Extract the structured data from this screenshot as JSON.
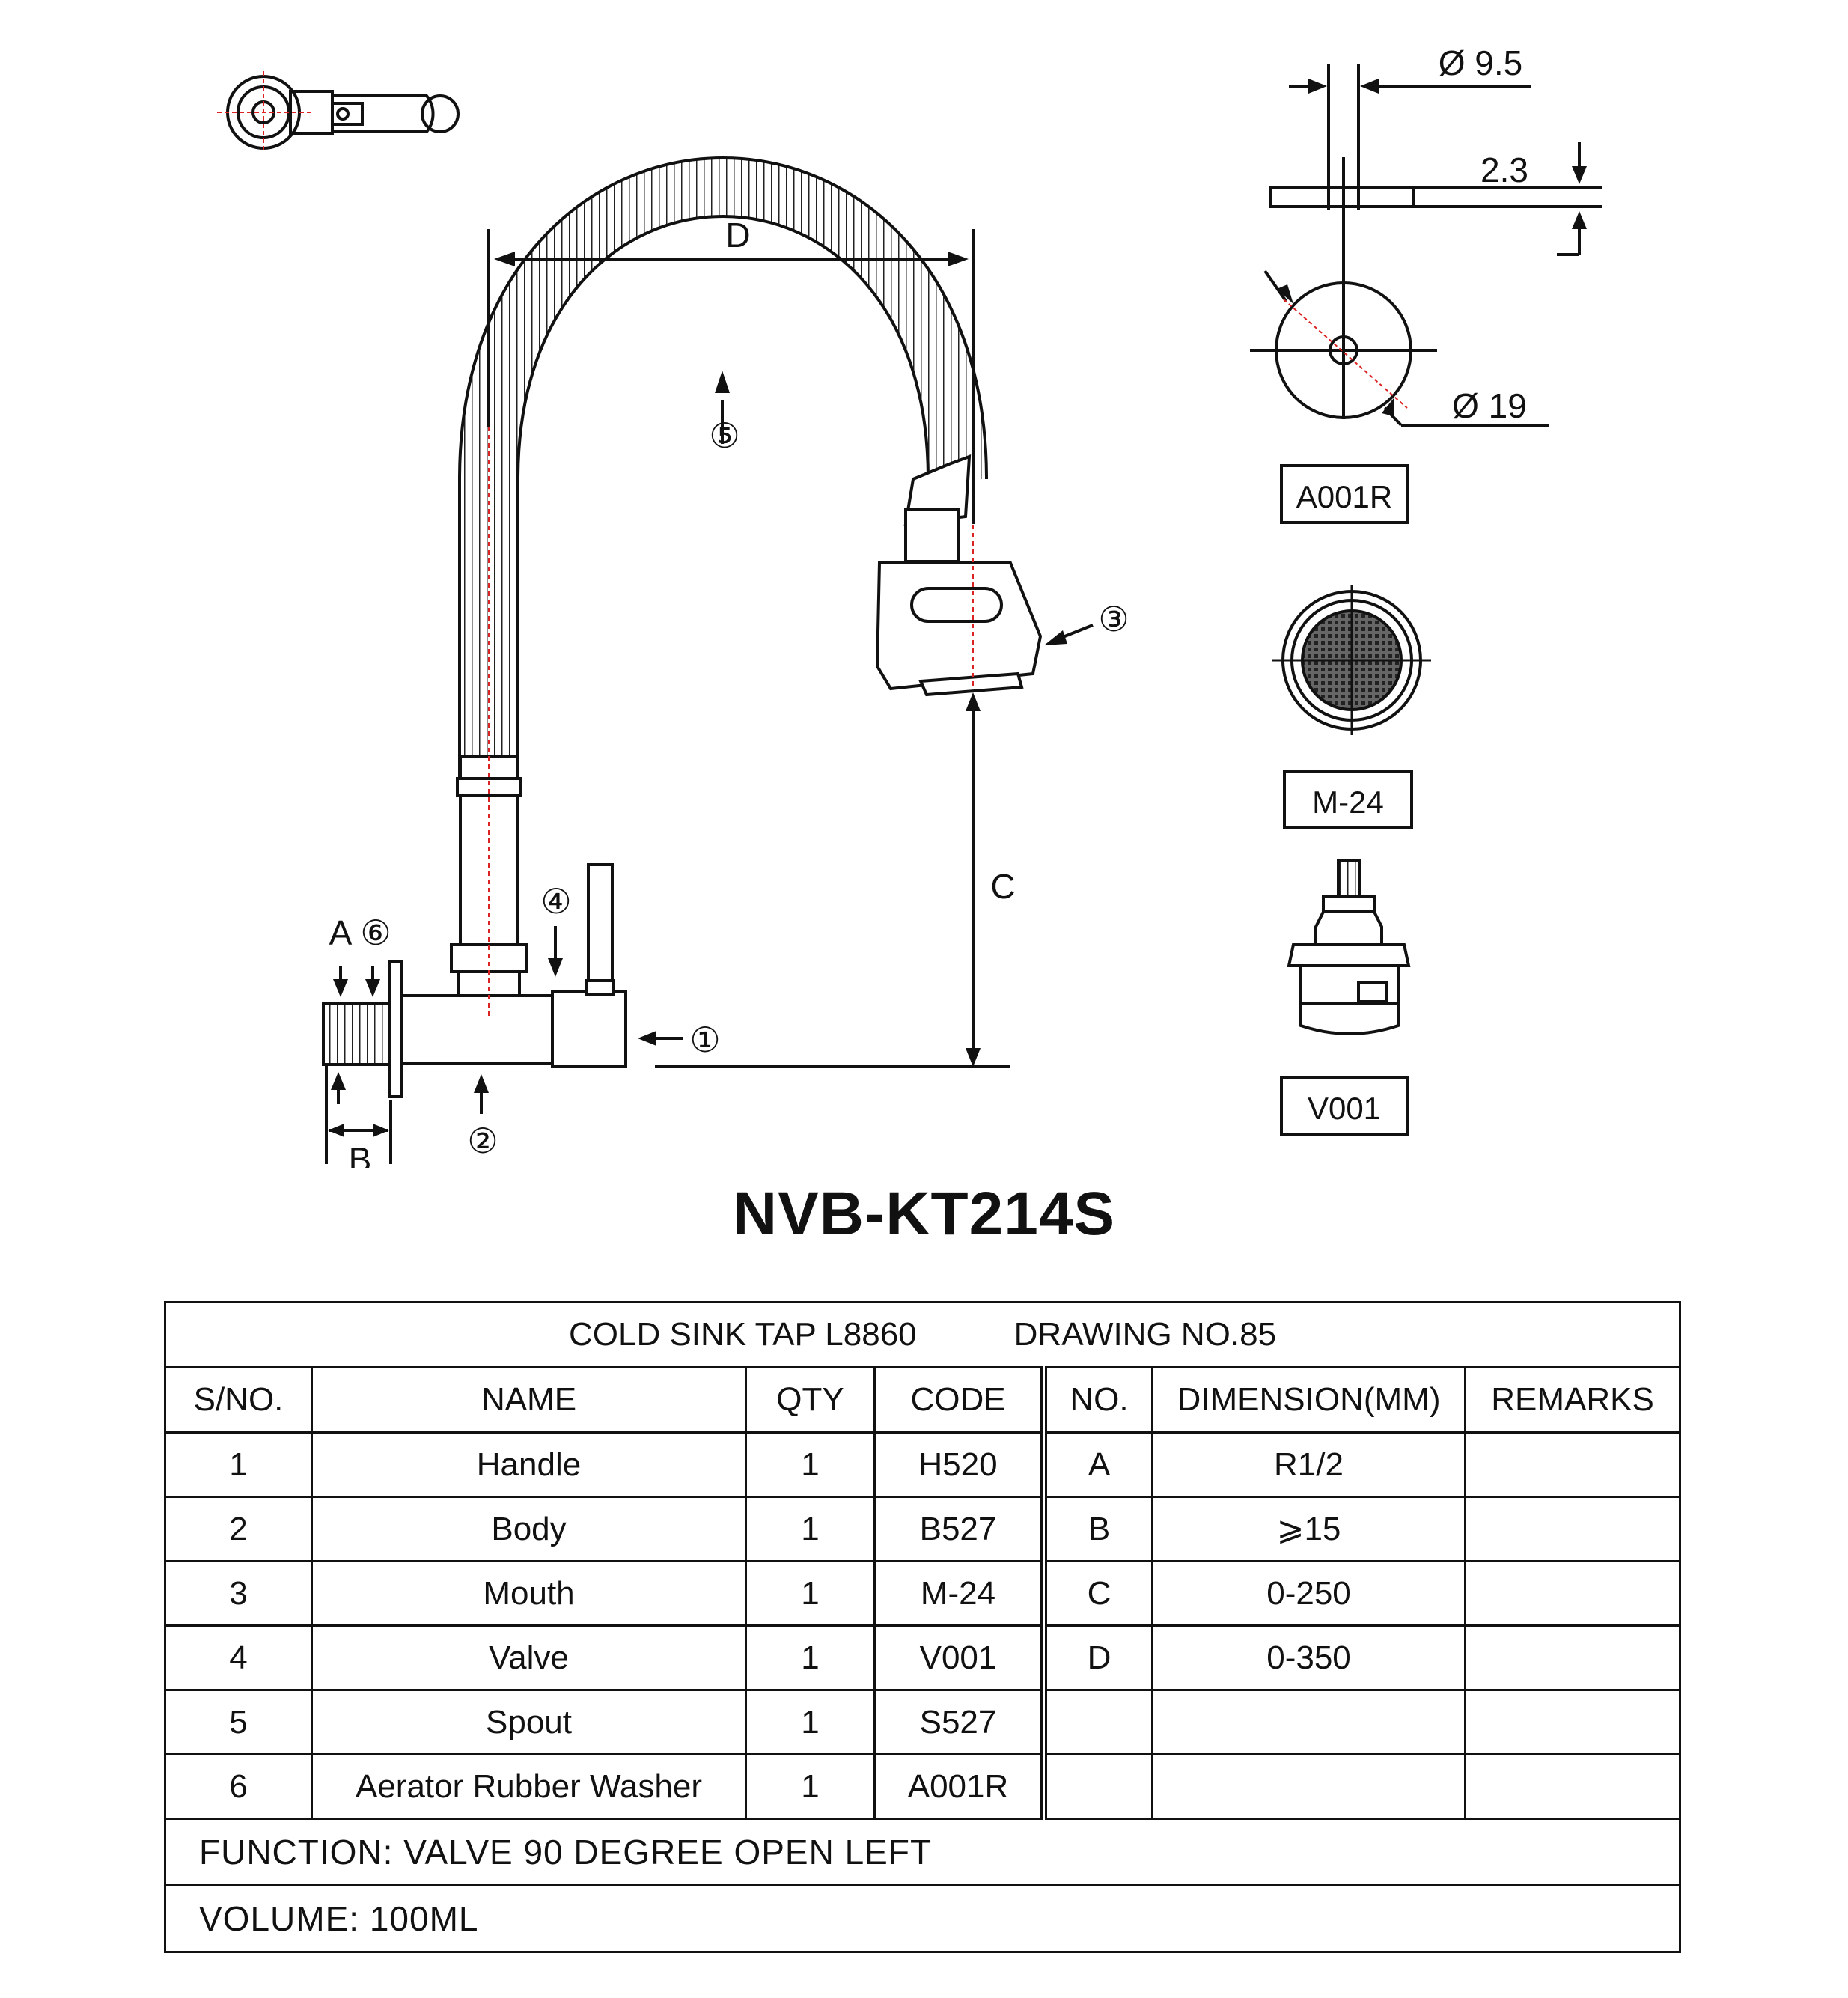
{
  "drawing": {
    "dim_labels": {
      "d": "D",
      "c": "C",
      "a": "A",
      "b": "B"
    },
    "callouts": {
      "c1": "①",
      "c2": "②",
      "c3": "③",
      "c4": "④",
      "c5": "⑤",
      "c6": "⑥"
    },
    "aerator_dims": {
      "phi_small": "Ø 9.5",
      "thickness": "2.3",
      "phi_large": "Ø 19"
    },
    "part_tags": [
      "A001R",
      "M-24",
      "V001"
    ]
  },
  "model": "NVB-KT214S",
  "table": {
    "product": "COLD SINK TAP L8860",
    "drawing_no": "DRAWING NO.85",
    "headers": {
      "sno": "S/NO.",
      "name": "NAME",
      "qty": "QTY",
      "code": "CODE",
      "no": "NO.",
      "dimension": "DIMENSION(MM)",
      "remarks": "REMARKS"
    },
    "rows": [
      {
        "sno": "1",
        "name": "Handle",
        "qty": "1",
        "code": "H520",
        "no": "A",
        "dimension": "R1/2",
        "remarks": ""
      },
      {
        "sno": "2",
        "name": "Body",
        "qty": "1",
        "code": "B527",
        "no": "B",
        "dimension": "⩾15",
        "remarks": ""
      },
      {
        "sno": "3",
        "name": "Mouth",
        "qty": "1",
        "code": "M-24",
        "no": "C",
        "dimension": "0-250",
        "remarks": ""
      },
      {
        "sno": "4",
        "name": "Valve",
        "qty": "1",
        "code": "V001",
        "no": "D",
        "dimension": "0-350",
        "remarks": ""
      },
      {
        "sno": "5",
        "name": "Spout",
        "qty": "1",
        "code": "S527",
        "no": "",
        "dimension": "",
        "remarks": ""
      },
      {
        "sno": "6",
        "name": "Aerator Rubber Washer",
        "qty": "1",
        "code": "A001R",
        "no": "",
        "dimension": "",
        "remarks": ""
      }
    ],
    "function": "FUNCTION: VALVE 90 DEGREE OPEN LEFT",
    "volume": "VOLUME: 100ML"
  }
}
